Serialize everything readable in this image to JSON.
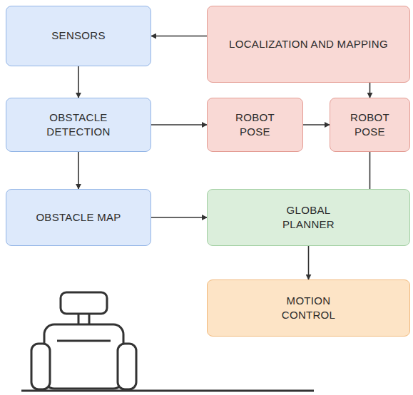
{
  "diagram": {
    "nodes": [
      {
        "text": [
          "SENSORS"
        ]
      },
      {
        "text": [
          "LOCALIZATION AND MAPPING"
        ]
      },
      {
        "text": [
          "OBSTACLE DETECTION"
        ]
      },
      {
        "text": [
          "ROBOT POSE"
        ]
      },
      {
        "text": [
          "ROBOT POSE"
        ]
      },
      {
        "text": [
          "OBSTACLE MAP"
        ]
      },
      {
        "text": [
          "GLOBAL PLANNER"
        ]
      },
      {
        "text": [
          "MOTION CONTROL"
        ]
      }
    ],
    "edges": [
      {
        "from": 1,
        "to": 0,
        "arrow": "to"
      },
      {
        "from": 0,
        "to": 2,
        "arrow": "to"
      },
      {
        "from": 2,
        "to": 3,
        "arrow": "to"
      },
      {
        "from": 2,
        "to": 5,
        "arrow": "to"
      },
      {
        "from": 1,
        "to": 4,
        "arrow": "to"
      },
      {
        "from": 3,
        "to": 4,
        "arrow": "to"
      },
      {
        "from": 4,
        "to": 6,
        "arrow": "none"
      },
      {
        "from": 5,
        "to": 6,
        "arrow": "to"
      },
      {
        "from": 6,
        "to": 7,
        "arrow": "to"
      }
    ]
  }
}
